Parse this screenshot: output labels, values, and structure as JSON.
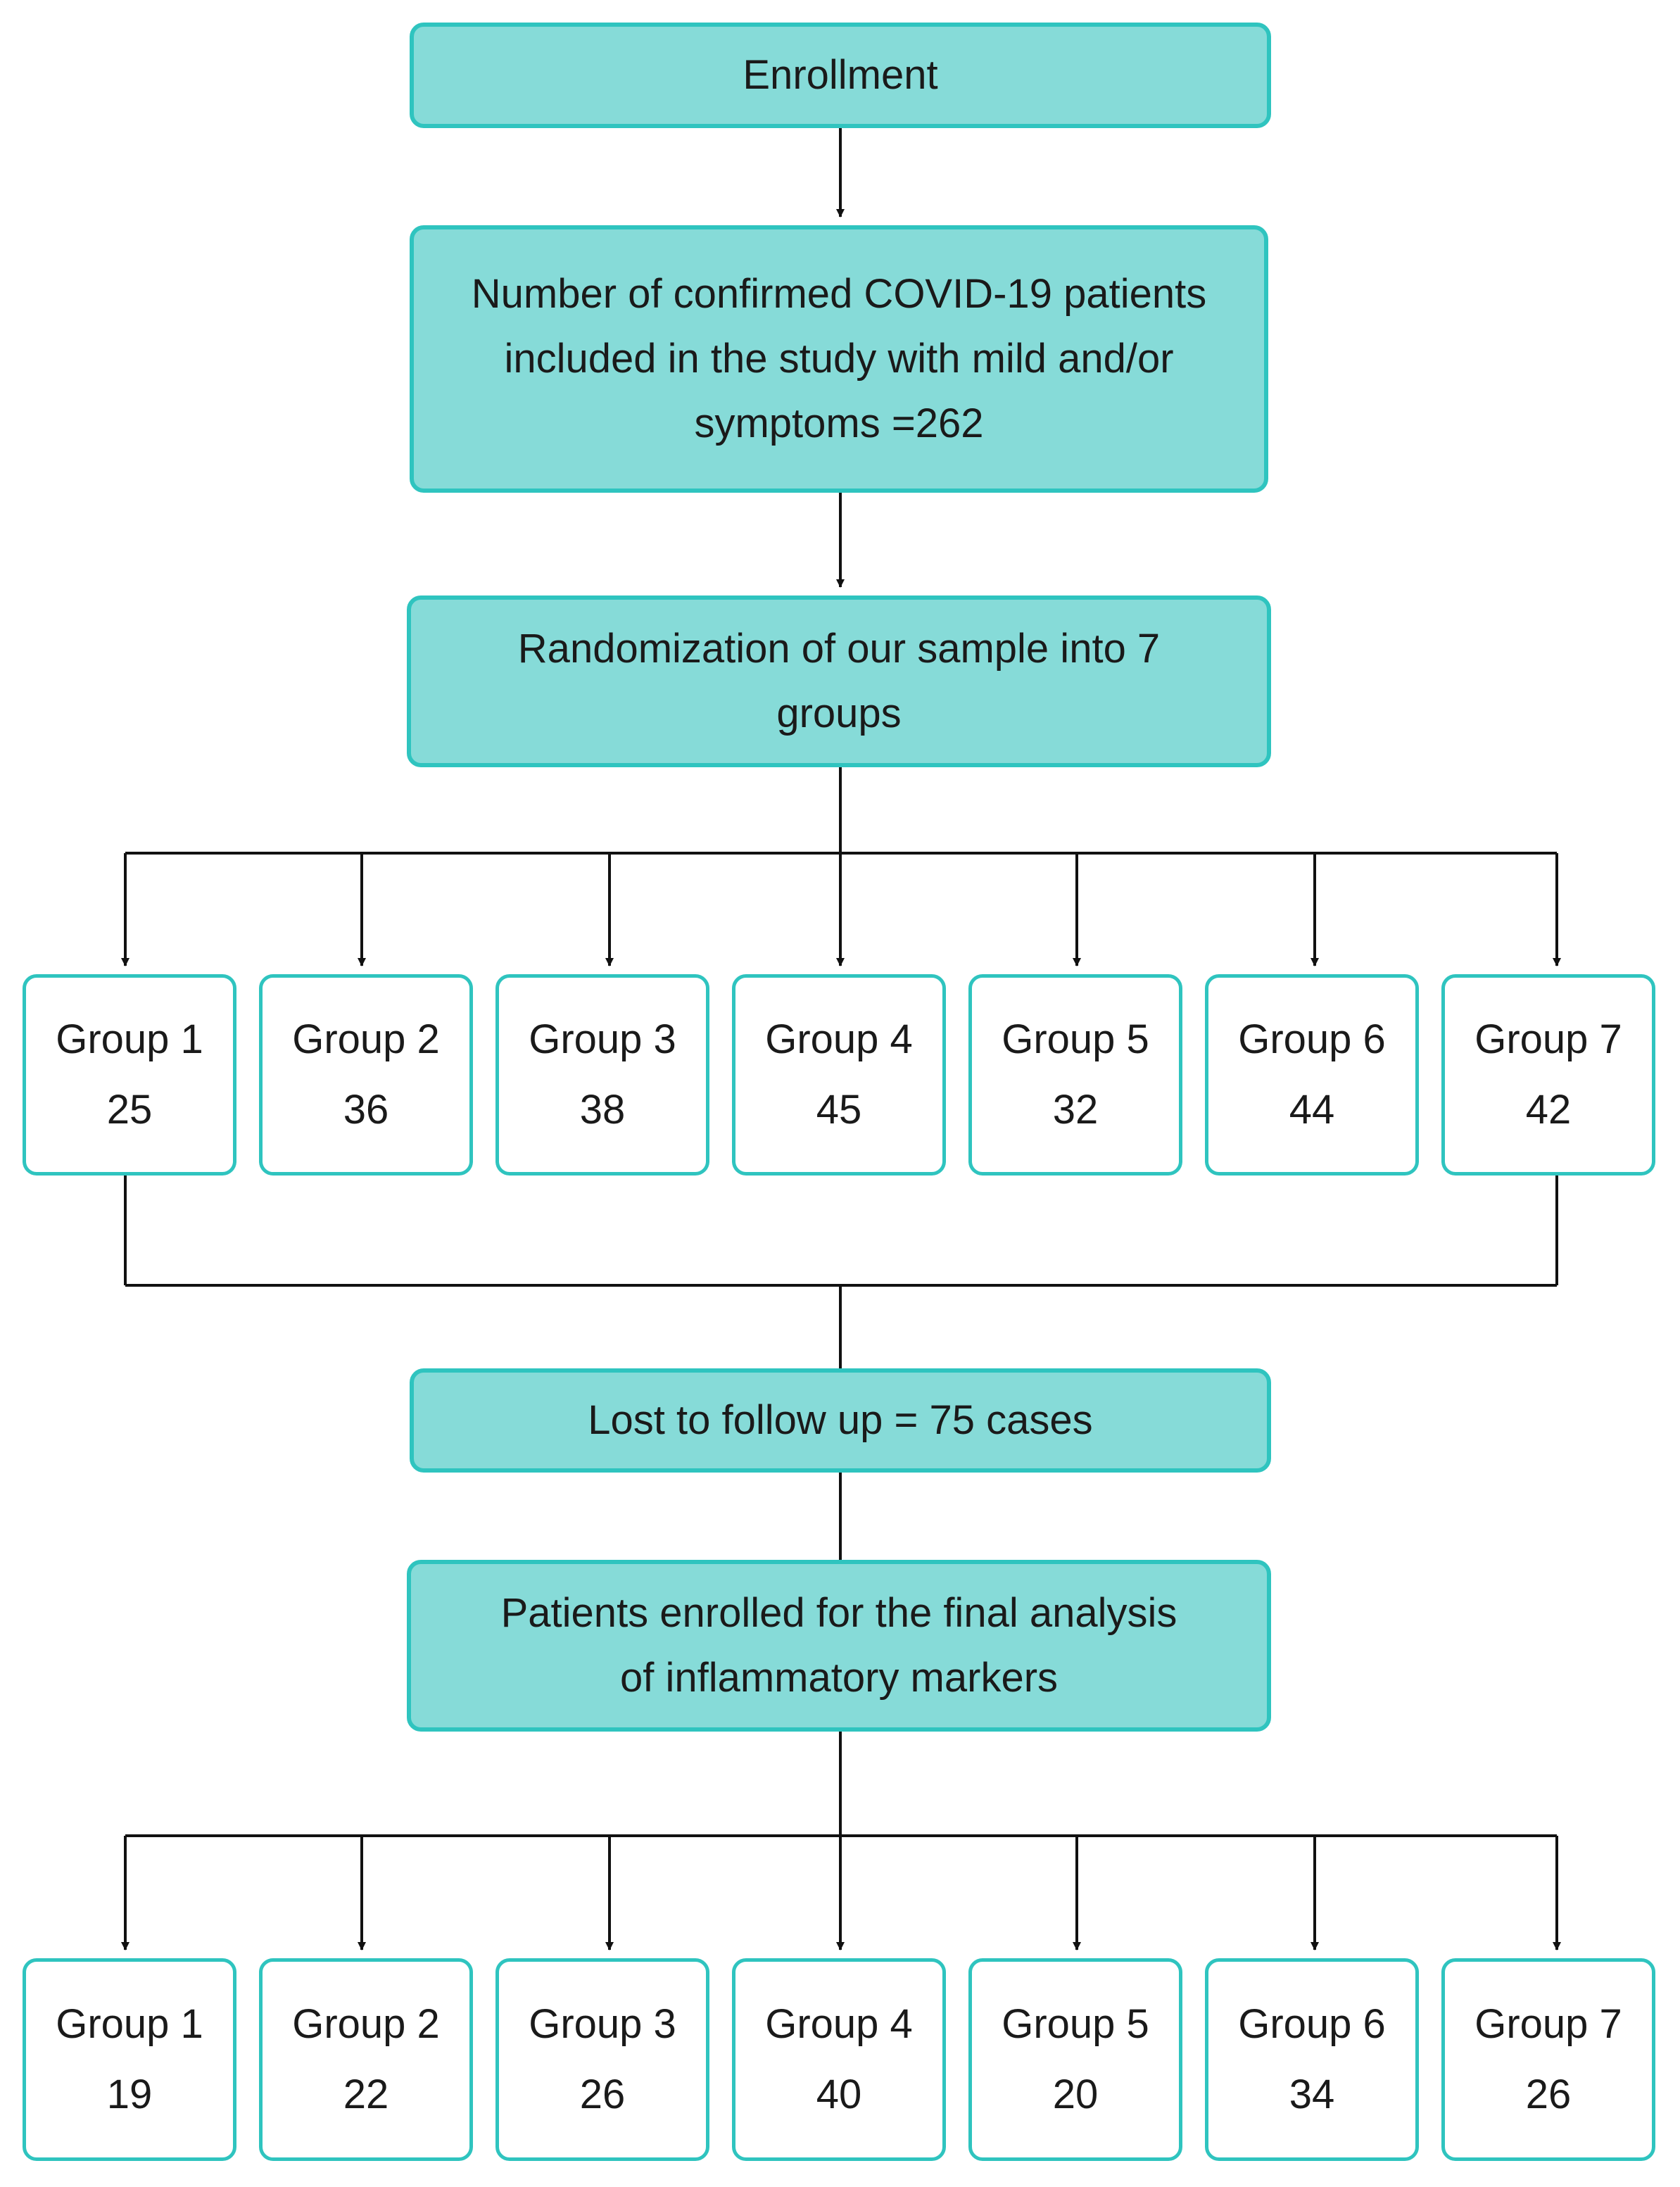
{
  "enrollment": {
    "label": "Enrollment"
  },
  "confirmed": {
    "lines": [
      "Number of confirmed COVID-19 patients",
      "included in the study with mild and/or",
      "symptoms =262"
    ]
  },
  "randomization": {
    "lines": [
      "Randomization of our sample into 7",
      "groups"
    ]
  },
  "initial_groups": [
    {
      "label": "Group 1",
      "count": "25"
    },
    {
      "label": "Group 2",
      "count": "36"
    },
    {
      "label": "Group 3",
      "count": "38"
    },
    {
      "label": "Group 4",
      "count": "45"
    },
    {
      "label": "Group 5",
      "count": "32"
    },
    {
      "label": "Group 6",
      "count": "44"
    },
    {
      "label": "Group 7",
      "count": "42"
    }
  ],
  "lost": {
    "label": "Lost to follow up = 75 cases"
  },
  "final_analysis": {
    "lines": [
      "Patients enrolled for the final analysis",
      "of inflammatory markers"
    ]
  },
  "final_groups": [
    {
      "label": "Group 1",
      "count": "19"
    },
    {
      "label": "Group 2",
      "count": "22"
    },
    {
      "label": "Group 3",
      "count": "26"
    },
    {
      "label": "Group 4",
      "count": "40"
    },
    {
      "label": "Group 5",
      "count": "20"
    },
    {
      "label": "Group 6",
      "count": "34"
    },
    {
      "label": "Group 7",
      "count": "26"
    }
  ],
  "colors": {
    "box_fill": "#86dbd8",
    "box_border": "#2fc4bf",
    "line": "#111111"
  }
}
